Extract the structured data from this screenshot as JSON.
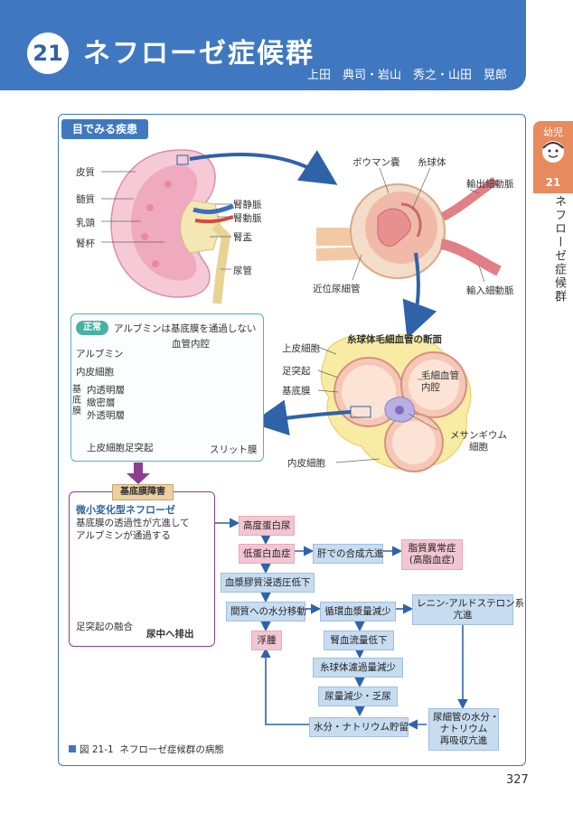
{
  "header": {
    "chapter_number": "21",
    "title": "ネフローゼ症候群",
    "authors": "上田　典司・岩山　秀之・山田　晃郎"
  },
  "side_tab": {
    "category": "幼児",
    "number": "21",
    "title": "ネフローゼ症候群"
  },
  "panel": {
    "tab_label": "目でみる疾患"
  },
  "kidney_labels": {
    "cortex": "皮質",
    "medulla": "髄質",
    "papilla": "乳頭",
    "calyx": "腎杯",
    "renal_vein": "腎静脈",
    "renal_artery": "腎動脈",
    "pelvis": "腎盂",
    "ureter": "尿管"
  },
  "glomerulus_labels": {
    "bowman": "ボウマン嚢",
    "glomerulus": "糸球体",
    "efferent": "輸出細動脈",
    "proximal_tubule": "近位尿細管",
    "afferent": "輸入細動脈"
  },
  "cross_section": {
    "title": "糸球体毛細血管の断面",
    "podocyte": "上皮細胞",
    "foot_process": "足突起",
    "basement": "基底膜",
    "capillary_lumen": "毛細血管\n内腔",
    "mesangial": "メサンギウム\n細胞",
    "endothelial": "内皮細胞"
  },
  "normal": {
    "tag": "正常",
    "statement": "アルブミンは基底膜を通過しない",
    "lumen": "血管内腔",
    "albumin": "アルブミン",
    "endothelial": "内皮細胞",
    "membrane_group": "基底膜",
    "lamina_rara_interna": "内透明層",
    "lamina_densa": "緻密層",
    "lamina_rara_externa": "外透明層",
    "foot_process": "上皮細胞足突起",
    "slit": "スリット膜"
  },
  "abnormal": {
    "tag": "基底膜障害",
    "title": "微小変化型ネフローゼ",
    "description": "基底膜の透過性が亢進して\nアルブミンが通過する",
    "fusion": "足突起の融合",
    "excretion": "尿中へ排出"
  },
  "flow": {
    "proteinuria": "高度蛋白尿",
    "hypoalbuminemia": "低蛋白血症",
    "liver_synthesis": "肝での合成亢進",
    "dyslipidemia": "脂質異常症\n(高脂血症)",
    "oncotic_drop": "血漿膠質浸透圧低下",
    "interstitial": "間質への水分移動",
    "volume_drop": "循環血漿量減少",
    "raas": "レニン-アルドステロン系\n亢進",
    "edema": "浮腫",
    "renal_flow": "腎血流量低下",
    "gfr": "糸球体濾過量減少",
    "oliguria": "尿量減少・乏尿",
    "retention": "水分・ナトリウム貯留",
    "reabsorption": "尿細管の水分・\nナトリウム\n再吸収亢進"
  },
  "caption": {
    "figure": "図 21-1",
    "text": "ネフローゼ症候群の病態"
  },
  "page_number": "327",
  "colors": {
    "header_blue": "#3f78c0",
    "side_orange": "#e78a5e",
    "flow_pink": "#f3c6d2",
    "flow_blue": "#c7dcf0"
  }
}
